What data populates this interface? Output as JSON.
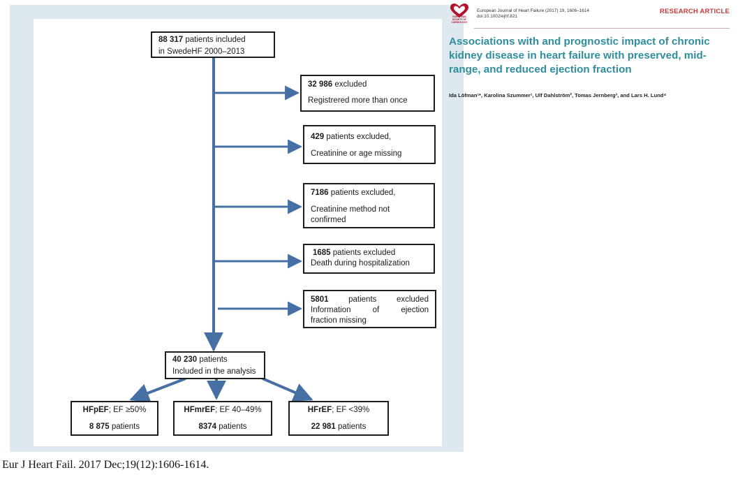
{
  "flowchart": {
    "start": {
      "bold": "88 317",
      "line1": " patients included",
      "line2": "in SwedeHF 2000–2013"
    },
    "exclusions": [
      {
        "bold": "32 986",
        "line1": " excluded",
        "line2": "Registrered more than once"
      },
      {
        "bold": "429",
        "line1": " patients excluded,",
        "line2": "Creatinine or age missing"
      },
      {
        "bold": "7186",
        "line1": "  patients excluded,",
        "line2": "Creatinine method not",
        "line3": "confirmed"
      },
      {
        "bold": "1685",
        "line1": " patients excluded",
        "line2": "Death during hospitalization"
      },
      {
        "bold": "5801",
        "words1": [
          "patients",
          "excluded"
        ],
        "words2": [
          "Information",
          "of",
          "ejection"
        ],
        "line3": "fraction missing"
      }
    ],
    "included": {
      "bold": "40 230",
      "line1": " patients",
      "line2": "Included in the analysis"
    },
    "groups": [
      {
        "bold": "HFpEF",
        "ef": "; EF ≥50%",
        "count_bold": "8 875",
        "count": " patients"
      },
      {
        "bold": "HFmrEF",
        "ef": "; EF 40–49%",
        "count_bold": "8374",
        "count": " patients"
      },
      {
        "bold": "HFrEF",
        "ef": "; EF <39%",
        "count_bold": "22 981",
        "count": " patients"
      }
    ],
    "arrow_color": "#4670a4"
  },
  "header": {
    "logo_text": "EUROPEAN SOCIETY OF CARDIOLOGY",
    "journal_line": "European Journal of Heart Failure (2017) 19, 1606–1614",
    "doi": "doi:10.1002/ejhf.821",
    "article_type": "RESEARCH ARTICLE",
    "title": "Associations with and prognostic impact of chronic kidney disease in heart failure with preserved, mid-range, and reduced ejection fraction",
    "authors": "Ida Löfman¹*, Karolina Szummer¹, Ulf Dahlström², Tomas Jernberg³, and Lars H. Lund⁴",
    "title_color": "#2f8e9d",
    "accent_color": "#c43a3a"
  },
  "citation": "Eur J Heart Fail. 2017 Dec;19(12):1606-1614."
}
